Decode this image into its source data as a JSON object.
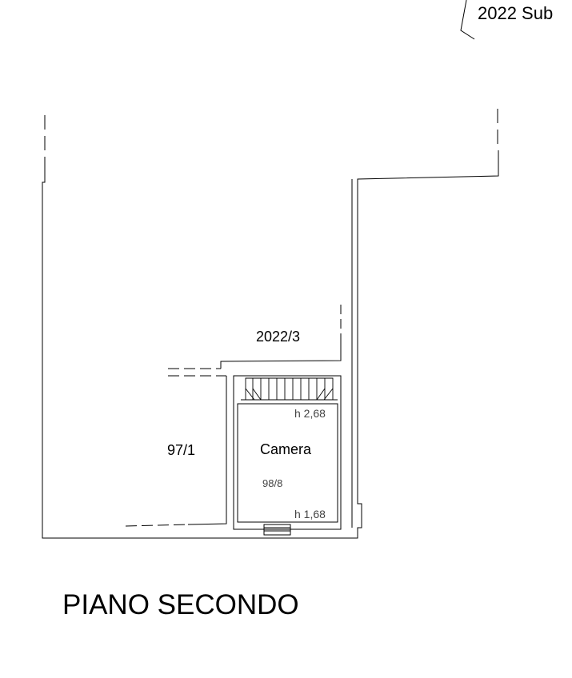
{
  "header": {
    "ref_label": "2022 Sub"
  },
  "parcels": {
    "north": "2022/3",
    "west": "97/1"
  },
  "room": {
    "name": "Camera",
    "parcel": "98/8",
    "height_top": "h 2,68",
    "height_bottom": "h 1,68"
  },
  "floor": {
    "title": "PIANO SECONDO"
  },
  "colors": {
    "line": "#000000",
    "background": "#ffffff"
  }
}
